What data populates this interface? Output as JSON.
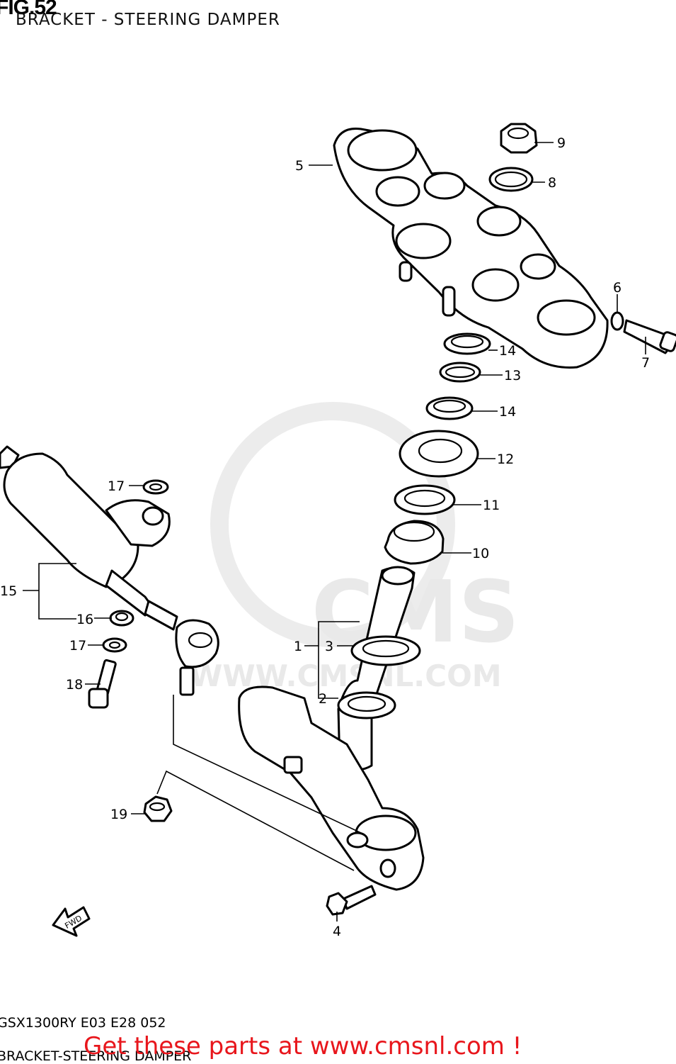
{
  "header": {
    "figure_number": "FIG.52",
    "subtitle": "BRACKET - STEERING DAMPER"
  },
  "footer": {
    "model_code": "GSX1300RY E03 E28 052",
    "caption": "BRACKET-STEERING DAMPER",
    "call_to_action": "Get these parts at www.cmsnl.com !"
  },
  "watermark": {
    "logo_text": "CMS",
    "url_text": "WWW.CMSNL.COM"
  },
  "fwd_arrow_text": "FWD",
  "callouts": [
    "1",
    "2",
    "3",
    "4",
    "5",
    "6",
    "7",
    "8",
    "9",
    "10",
    "11",
    "12",
    "13",
    "14",
    "14",
    "15",
    "16",
    "17",
    "17",
    "18",
    "19"
  ]
}
